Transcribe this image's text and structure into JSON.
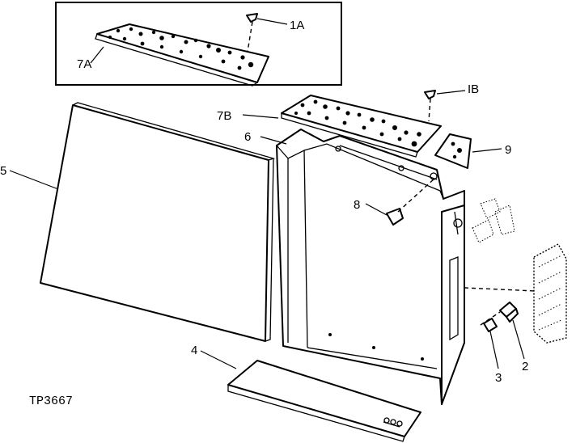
{
  "labels": {
    "p1a": "1A",
    "p1b": "IB",
    "p2": "2",
    "p3": "3",
    "p4": "4",
    "p5": "5",
    "p6": "6",
    "p7a": "7A",
    "p7b": "7B",
    "p8": "8",
    "p9": "9"
  },
  "reference": "TP3667"
}
